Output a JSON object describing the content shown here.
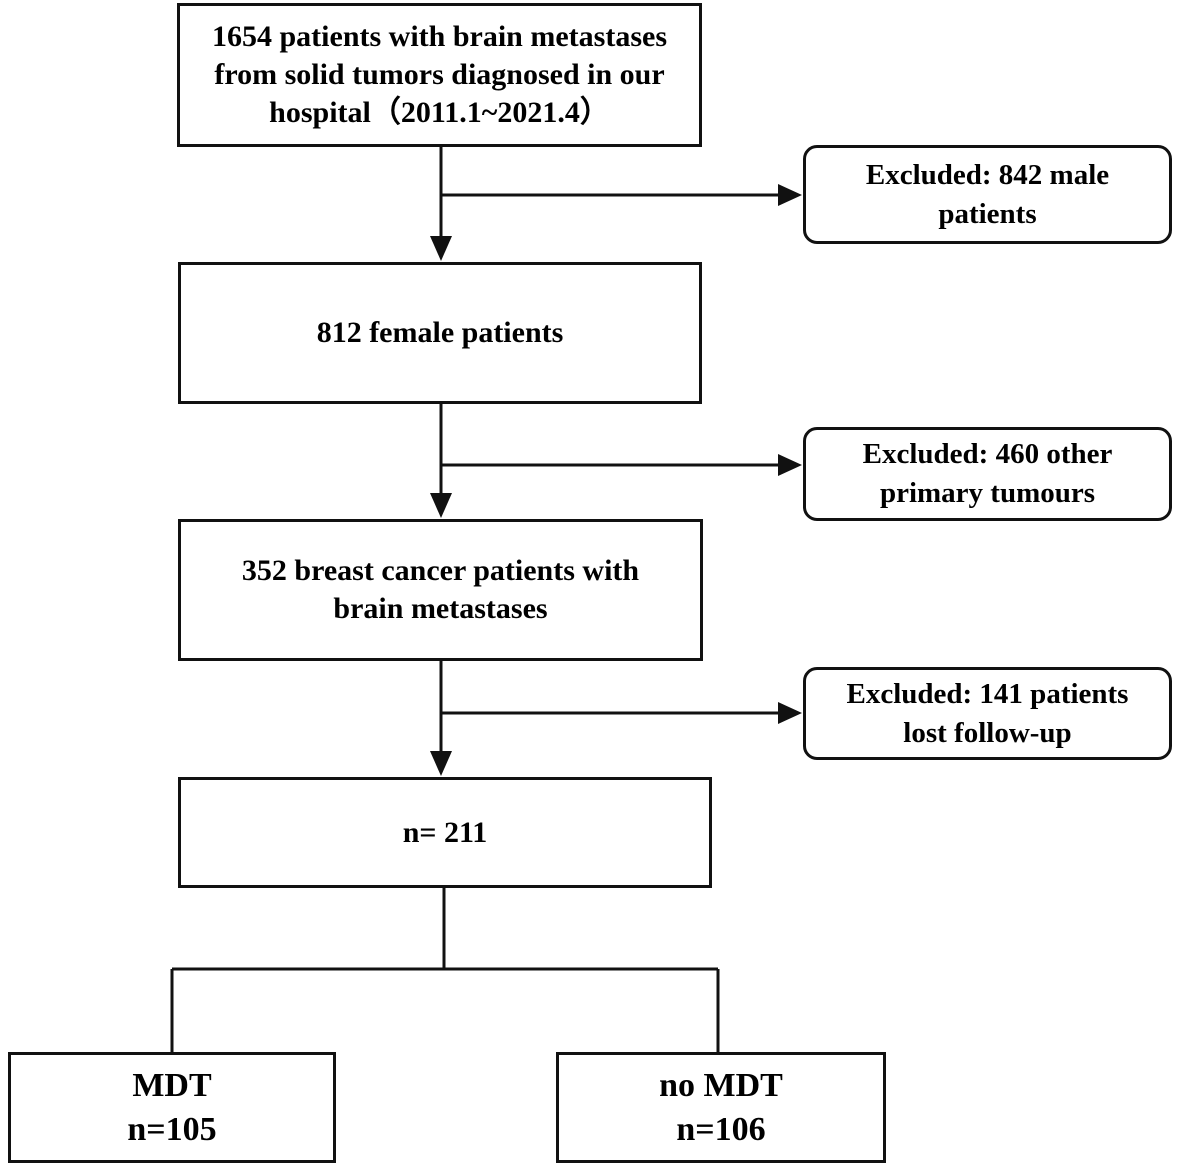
{
  "flowchart": {
    "start": {
      "line1": "1654 patients with brain metastases",
      "line2": "from solid tumors diagnosed in our",
      "line3": "hospital（2011.1~2021.4）"
    },
    "exclusion_1": {
      "line1": "Excluded: 842 male",
      "line2": "patients"
    },
    "female": {
      "text": "812 female patients"
    },
    "exclusion_2": {
      "line1": "Excluded: 460 other",
      "line2": "primary tumours"
    },
    "breast": {
      "line1": "352 breast cancer patients with",
      "line2": "brain metastases"
    },
    "exclusion_3": {
      "line1": "Excluded: 141 patients",
      "line2": "lost follow-up"
    },
    "final": {
      "text": "n= 211"
    },
    "group_mdt": {
      "label": "MDT",
      "count": "n=105"
    },
    "group_no_mdt": {
      "label": "no MDT",
      "count": "n=106"
    }
  }
}
